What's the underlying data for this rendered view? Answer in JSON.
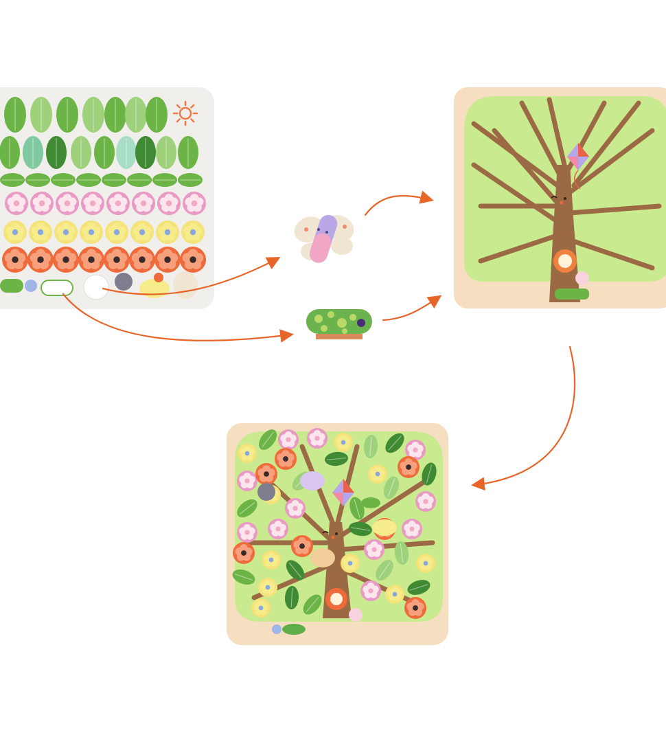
{
  "colors": {
    "background": "#ffffff",
    "sticker_sheet": "#f1efec",
    "wood_board": "#f6dfc0",
    "canopy": "#c9ea8e",
    "canopy_light": "#dcf3a6",
    "trunk": "#9b6a45",
    "arrow": "#e8652a",
    "leaf_dark": "#3f8a33",
    "leaf_mid": "#6cb446",
    "leaf_light": "#9fd07c",
    "flower_pink": "#f2a9c6",
    "flower_orange": "#ef6b3b",
    "flower_yellow": "#f6ec8c"
  },
  "panels": [
    {
      "id": "sticker-sheet",
      "description_icon": "sticker-sheet-icon"
    },
    {
      "id": "empty-tree-board",
      "description_icon": "bare-tree-icon"
    },
    {
      "id": "finished-tree-board",
      "description_icon": "decorated-tree-icon"
    }
  ],
  "pieces": [
    {
      "id": "butterfly",
      "icon": "butterfly-icon"
    },
    {
      "id": "caterpillar",
      "icon": "caterpillar-icon"
    }
  ],
  "arrows": [
    {
      "id": "sheet-to-butterfly"
    },
    {
      "id": "butterfly-to-board"
    },
    {
      "id": "sheet-to-caterpillar"
    },
    {
      "id": "caterpillar-to-board"
    },
    {
      "id": "board-to-finished"
    }
  ]
}
